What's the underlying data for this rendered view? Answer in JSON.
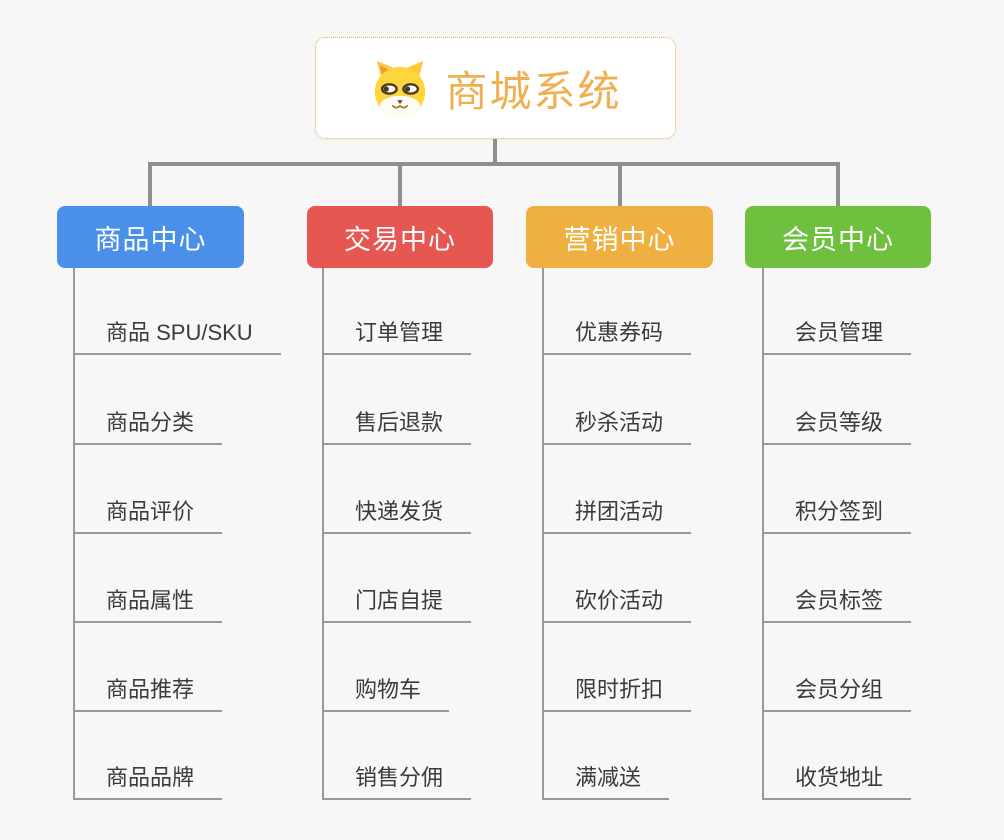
{
  "page": {
    "background_color": "#F7F7F8",
    "connector_color": "#8F8F8F",
    "child_line_color": "#999999",
    "child_text_color": "#3B3B3B"
  },
  "root": {
    "title": "商城系统",
    "icon": "dog-face-icon",
    "text_color": "#F0B052",
    "border_color": "#EDA94F",
    "background_color": "#FFFFFF"
  },
  "branches": [
    {
      "label": "商品中心",
      "color": "#4B90E8",
      "items": [
        "商品 SPU/SKU",
        "商品分类",
        "商品评价",
        "商品属性",
        "商品推荐",
        "商品品牌"
      ]
    },
    {
      "label": "交易中心",
      "color": "#E65752",
      "items": [
        "订单管理",
        "售后退款",
        "快递发货",
        "门店自提",
        "购物车",
        "销售分佣"
      ]
    },
    {
      "label": "营销中心",
      "color": "#EFB041",
      "items": [
        "优惠券码",
        "秒杀活动",
        "拼团活动",
        "砍价活动",
        "限时折扣",
        "满减送"
      ]
    },
    {
      "label": "会员中心",
      "color": "#70C040",
      "items": [
        "会员管理",
        "会员等级",
        "积分签到",
        "会员标签",
        "会员分组",
        "收货地址"
      ]
    }
  ]
}
